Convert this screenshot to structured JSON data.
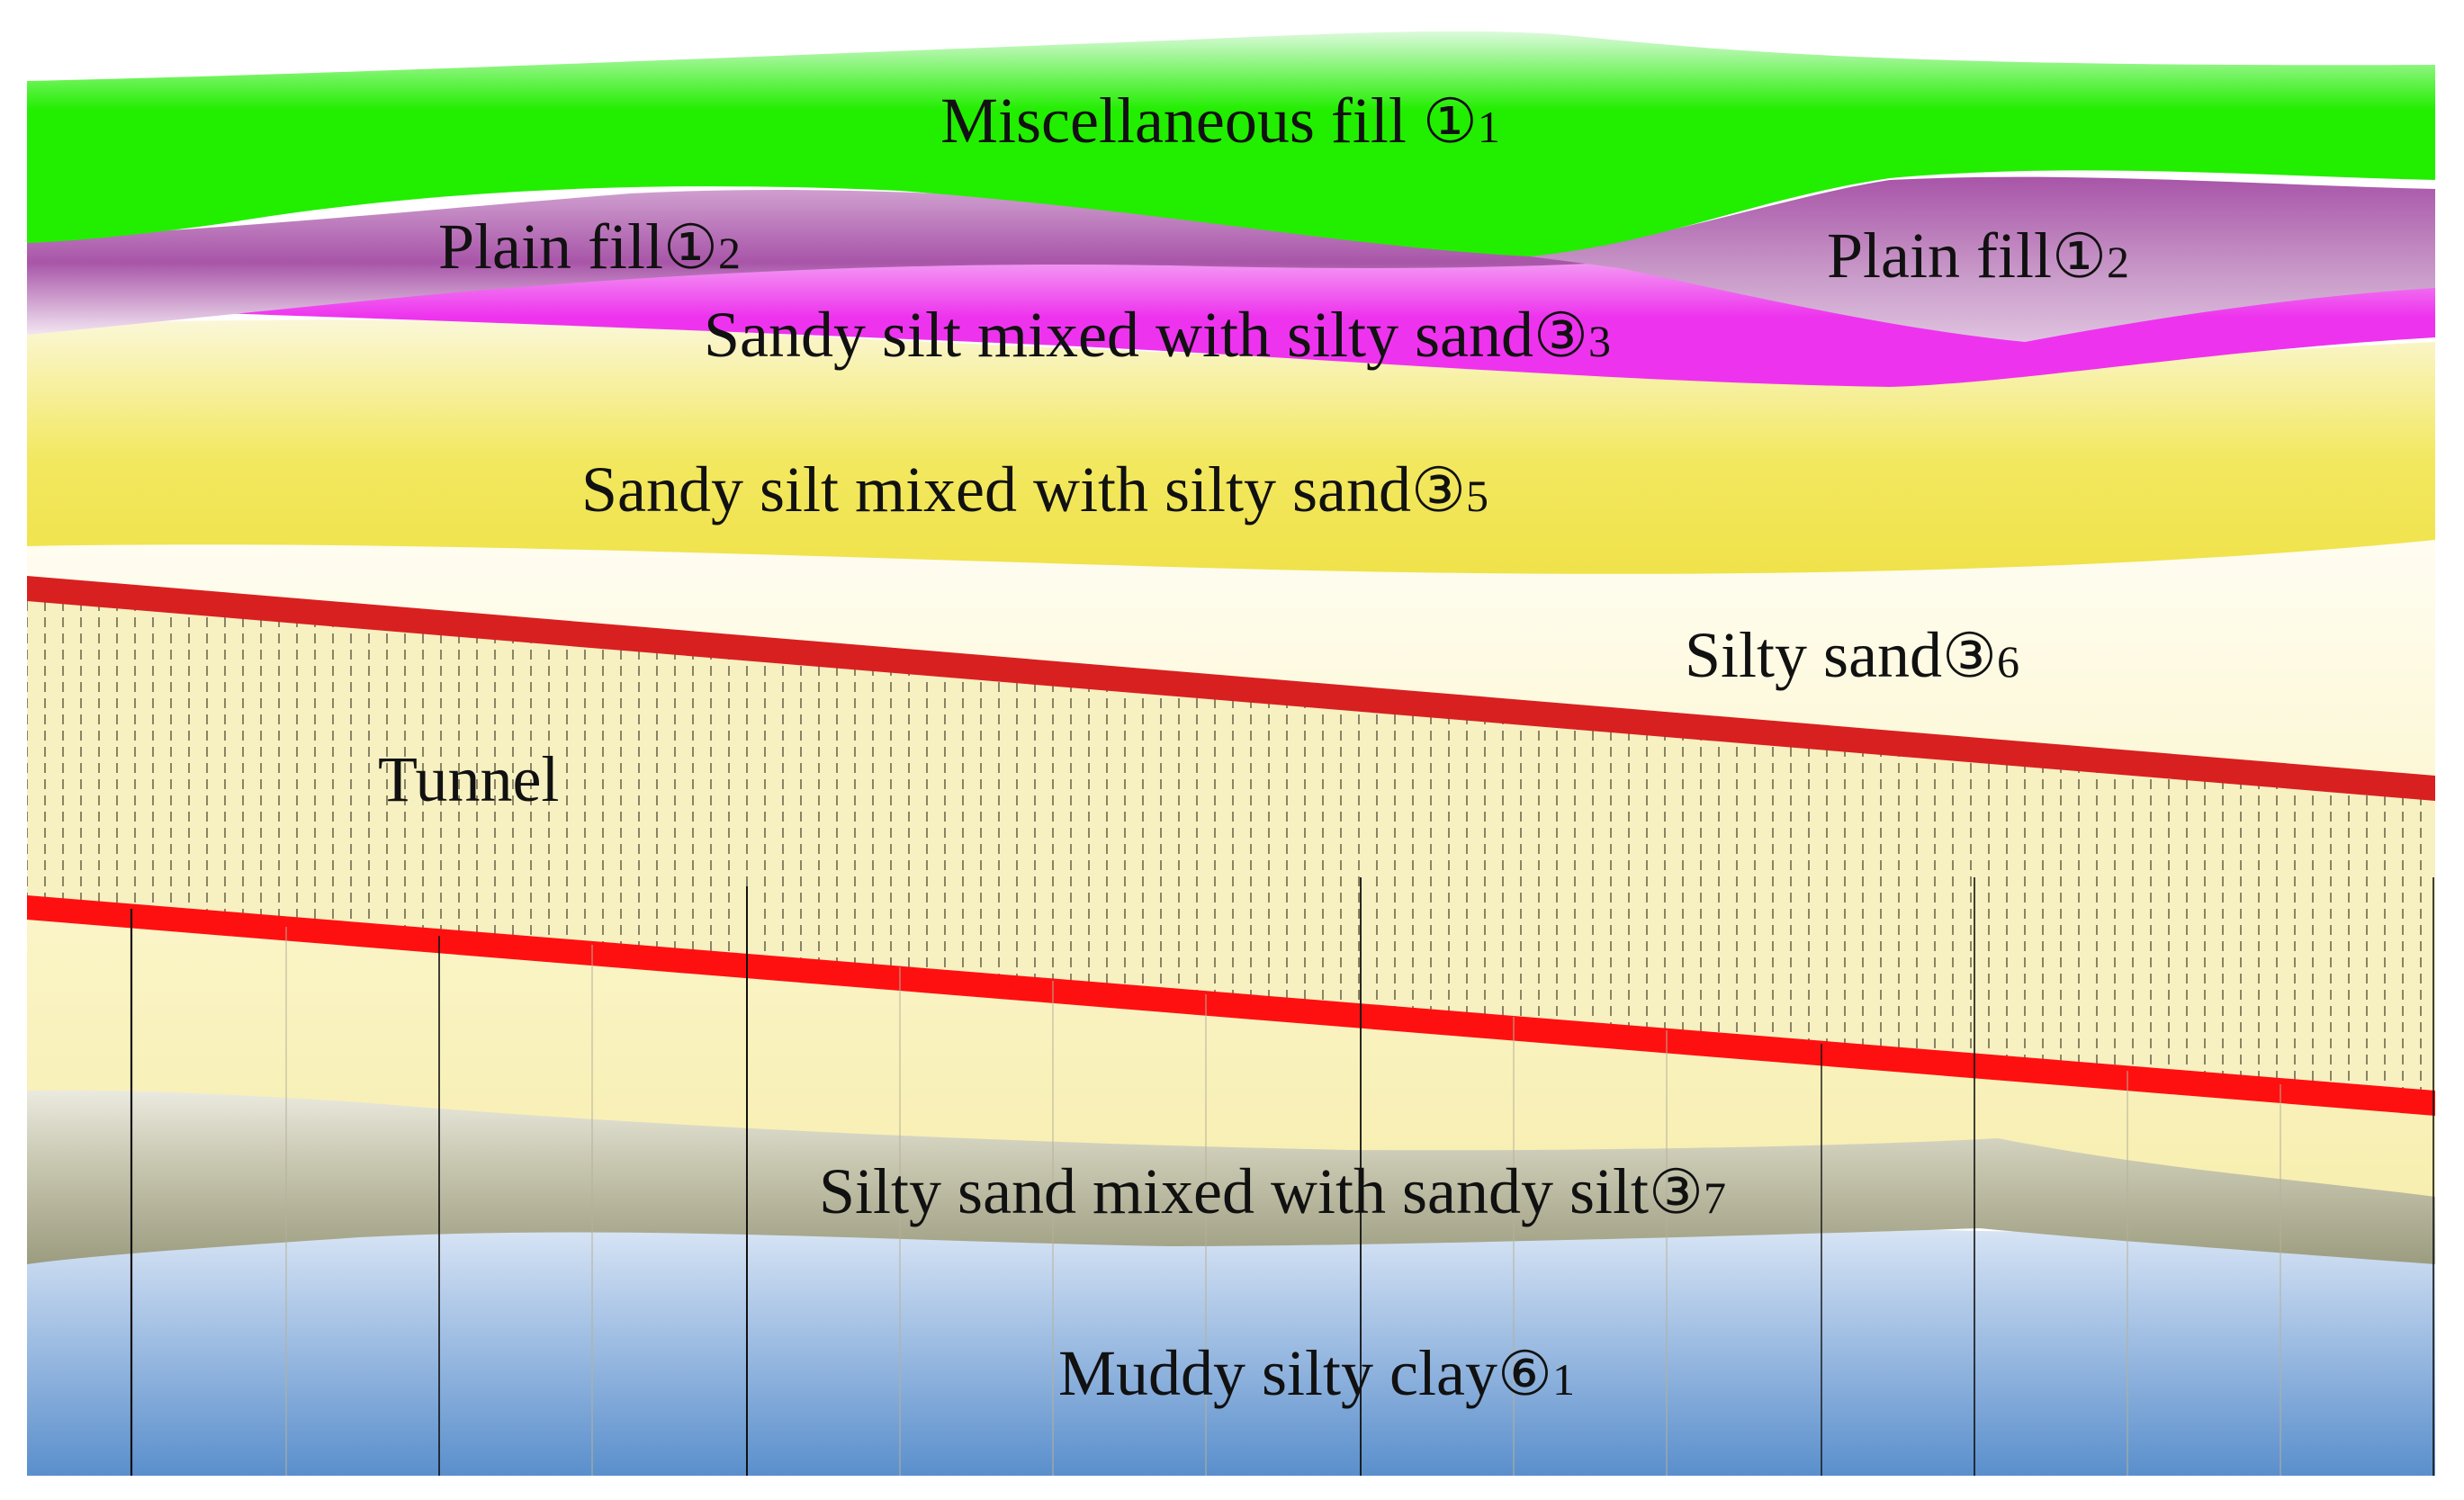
{
  "colors": {
    "misc_fill": "#22ee00",
    "plain_fill": "#a855a8",
    "sandy_silt_3_3": "#ee33ee",
    "sandy_silt_3_5": "#f2e860",
    "silty_sand_3_6": "#fbf6cc",
    "tunnel_fill": "#f7f0c0",
    "tunnel_edge_top": "#d82020",
    "tunnel_edge_bottom": "#ff1010",
    "silty_sand_3_7": "#a8a890",
    "muddy_clay_6_1": "#5a8fcc"
  },
  "layers": [
    {
      "id": "misc-fill",
      "name": "Miscellaneous fill ",
      "symbol": "①",
      "sub": "1"
    },
    {
      "id": "plain-fill-left",
      "name": "Plain fill",
      "symbol": "①",
      "sub": "2"
    },
    {
      "id": "plain-fill-right",
      "name": "Plain fill",
      "symbol": "①",
      "sub": "2"
    },
    {
      "id": "sandy-silt-3-3",
      "name": "Sandy silt mixed with silty sand",
      "symbol": "③",
      "sub": "3"
    },
    {
      "id": "sandy-silt-3-5",
      "name": "Sandy silt mixed with silty sand",
      "symbol": "③",
      "sub": "5"
    },
    {
      "id": "silty-sand-3-6",
      "name": "Silty sand",
      "symbol": "③",
      "sub": "6"
    },
    {
      "id": "silty-sand-3-7",
      "name": "Silty sand mixed with sandy silt",
      "symbol": "③",
      "sub": "7"
    },
    {
      "id": "muddy-clay-6-1",
      "name": "Muddy silty clay",
      "symbol": "⑥",
      "sub": "1"
    }
  ],
  "tunnel": {
    "label": "Tunnel"
  }
}
